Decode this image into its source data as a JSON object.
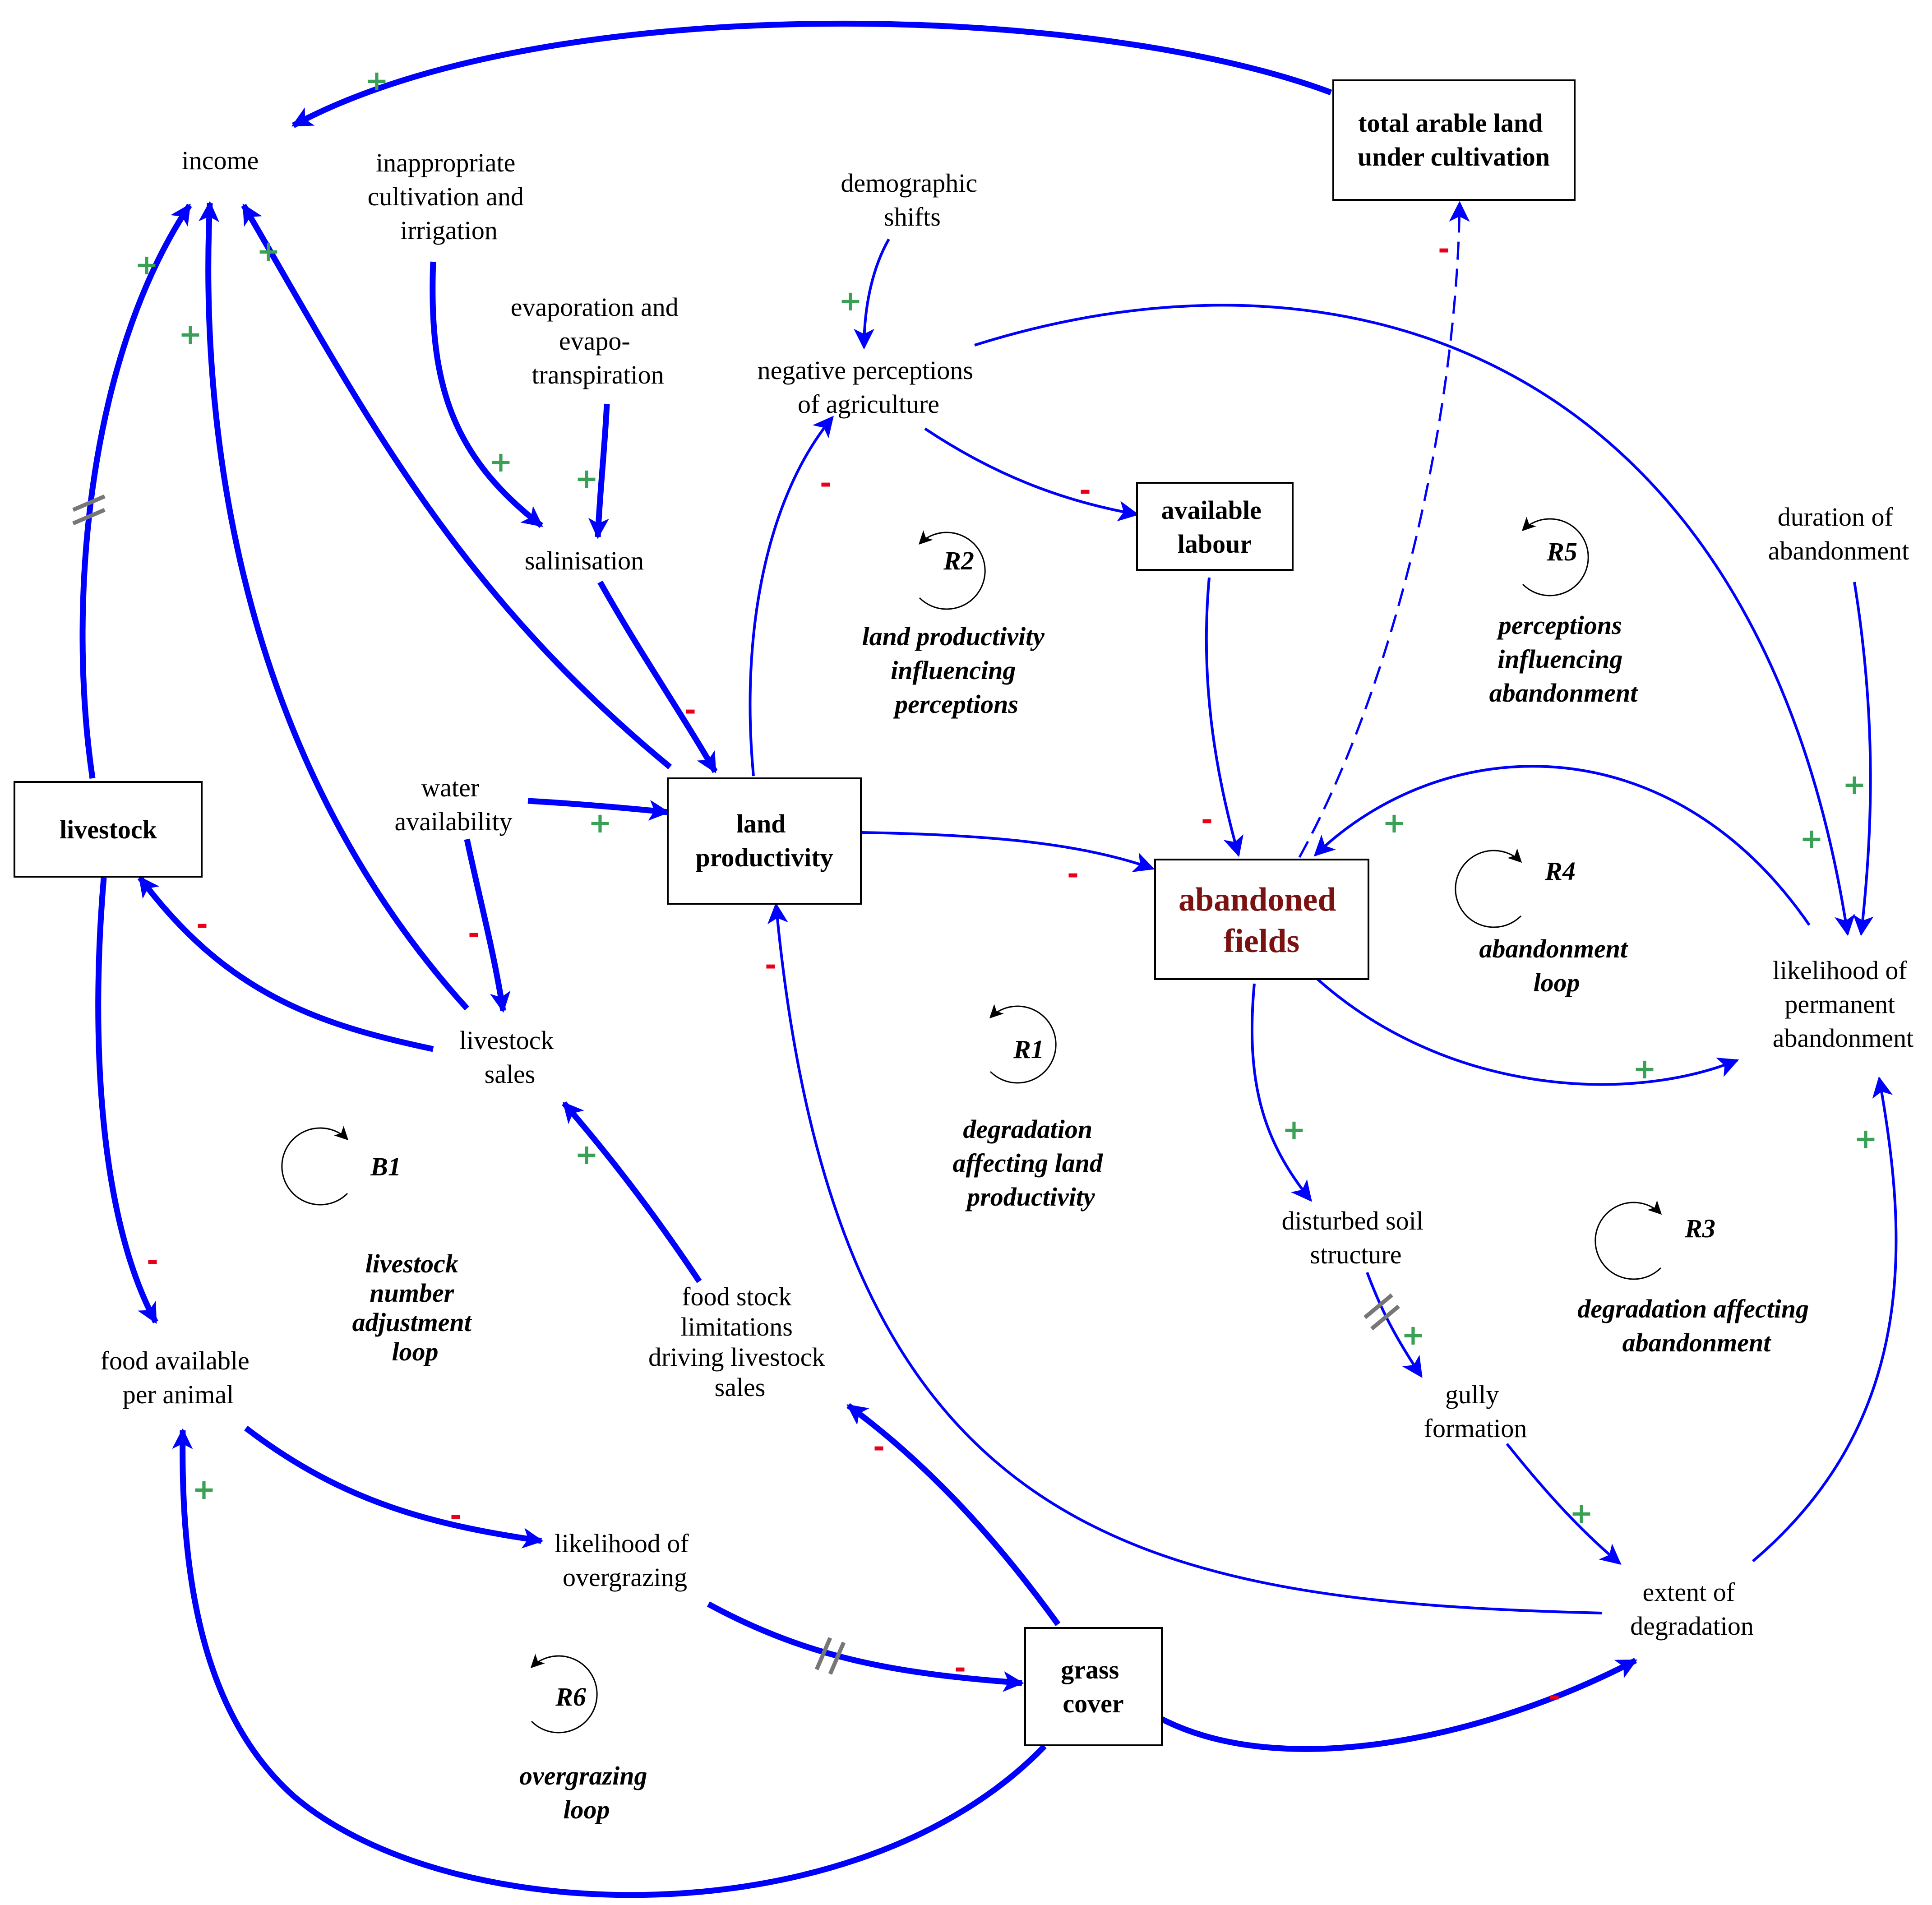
{
  "colors": {
    "arrow": "#0000ff",
    "positive": "#3aa056",
    "negative": "#e8001a",
    "abandoned_text": "#7a1212",
    "delay": "#777777"
  },
  "boxes": {
    "total_arable": [
      "total arable land",
      "under cultivation"
    ],
    "available_labour": [
      "available",
      "labour"
    ],
    "livestock": [
      "livestock"
    ],
    "land_productivity": [
      "land",
      "productivity"
    ],
    "abandoned_fields": [
      "abandoned",
      "fields"
    ],
    "grass_cover": [
      "grass",
      "cover"
    ]
  },
  "variables": {
    "income": [
      "income"
    ],
    "inappropriate_cultivation": [
      "inappropriate",
      "cultivation and",
      "irrigation"
    ],
    "evaporation": [
      "evaporation and",
      "evapo-",
      "transpiration"
    ],
    "salinisation": [
      "salinisation"
    ],
    "demographic_shifts": [
      "demographic",
      "shifts"
    ],
    "negative_perceptions": [
      "negative perceptions",
      "of agriculture"
    ],
    "duration_of_abandonment": [
      "duration of",
      "abandonment"
    ],
    "water_availability": [
      "water",
      "availability"
    ],
    "likelihood_permanent": [
      "likelihood of",
      "permanent",
      "abandonment"
    ],
    "livestock_sales": [
      "livestock",
      "sales"
    ],
    "disturbed_soil": [
      "disturbed soil",
      "structure"
    ],
    "food_stock": [
      "food stock",
      "limitations",
      "driving livestock",
      "sales"
    ],
    "food_available": [
      "food available",
      "per animal"
    ],
    "gully_formation": [
      "gully",
      "formation"
    ],
    "likelihood_overgrazing": [
      "likelihood of",
      "overgrazing"
    ],
    "extent_degradation": [
      "extent of",
      "degradation"
    ]
  },
  "loops": {
    "R2": {
      "id": "R2",
      "label": [
        "land productivity",
        "influencing",
        "perceptions"
      ]
    },
    "R5": {
      "id": "R5",
      "label": [
        "perceptions",
        "influencing",
        "abandonment"
      ]
    },
    "R4": {
      "id": "R4",
      "label": [
        "abandonment",
        "loop"
      ]
    },
    "R1": {
      "id": "R1",
      "label": [
        "degradation",
        "affecting land",
        "productivity"
      ]
    },
    "B1": {
      "id": "B1",
      "label": [
        "livestock",
        "number",
        "adjustment",
        "loop"
      ]
    },
    "R3": {
      "id": "R3",
      "label": [
        "degradation affecting",
        "abandonment"
      ]
    },
    "R6": {
      "id": "R6",
      "label": [
        "overgrazing",
        "loop"
      ]
    }
  },
  "polarity": {
    "plus": "+",
    "minus": "-"
  },
  "icons": {
    "delay": "delay-mark-icon",
    "loop": "loop-direction-icon"
  }
}
